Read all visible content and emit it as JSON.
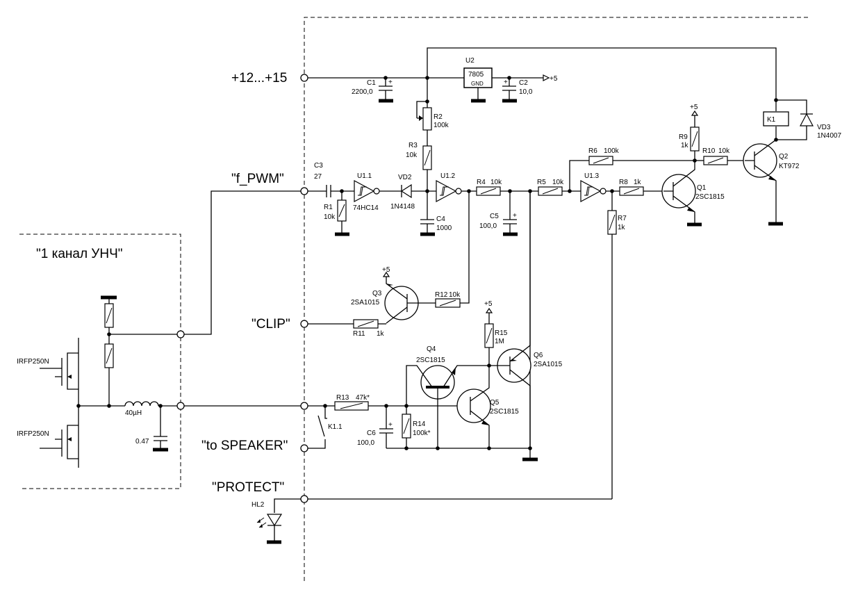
{
  "connector_labels": {
    "supply": "+12...+15",
    "f_pwm": "\"f_PWM\"",
    "clip": "\"CLIP\"",
    "speaker": "\"to SPEAKER\"",
    "protect": "\"PROTECT\"",
    "channel": "\"1 канал УНЧ\""
  },
  "components": {
    "c1": {
      "ref": "C1",
      "value": "2200,0"
    },
    "c2": {
      "ref": "C2",
      "value": "10,0"
    },
    "c3": {
      "ref": "C3",
      "value": "27"
    },
    "c4": {
      "ref": "C4",
      "value": "1000"
    },
    "c5": {
      "ref": "C5",
      "value": "100,0"
    },
    "c6": {
      "ref": "C6",
      "value": "100,0"
    },
    "u2": {
      "ref": "U2",
      "value": "7805",
      "pin": "GND"
    },
    "r1": {
      "ref": "R1",
      "value": "10k"
    },
    "r2": {
      "ref": "R2",
      "value": "100k"
    },
    "r3": {
      "ref": "R3",
      "value": "10k"
    },
    "r4": {
      "ref": "R4",
      "value": "10k"
    },
    "r5": {
      "ref": "R5",
      "value": "10k"
    },
    "r6": {
      "ref": "R6",
      "value": "100k"
    },
    "r7": {
      "ref": "R7",
      "value": "1k"
    },
    "r8": {
      "ref": "R8",
      "value": "1k"
    },
    "r9": {
      "ref": "R9",
      "value": "1k"
    },
    "r10": {
      "ref": "R10",
      "value": "10k"
    },
    "r11": {
      "ref": "R11",
      "value": "1k"
    },
    "r12": {
      "ref": "R12",
      "value": "10k"
    },
    "r13": {
      "ref": "R13",
      "value": "47k*"
    },
    "r14": {
      "ref": "R14",
      "value": "100k*"
    },
    "r15": {
      "ref": "R15",
      "value": "1M"
    },
    "u11": {
      "ref": "U1.1",
      "value": "74HC14"
    },
    "u12": {
      "ref": "U1.2"
    },
    "u13": {
      "ref": "U1.3"
    },
    "vd2": {
      "ref": "VD2",
      "value": "1N4148"
    },
    "vd3": {
      "ref": "VD3",
      "value": "1N4007"
    },
    "k1": {
      "ref": "K1"
    },
    "k11": {
      "ref": "K1.1"
    },
    "q1": {
      "ref": "Q1",
      "value": "2SC1815"
    },
    "q2": {
      "ref": "Q2",
      "value": "KT972"
    },
    "q3": {
      "ref": "Q3",
      "value": "2SA1015"
    },
    "q4": {
      "ref": "Q4",
      "value": "2SC1815"
    },
    "q5": {
      "ref": "Q5",
      "value": "2SC1815"
    },
    "q6": {
      "ref": "Q6",
      "value": "2SA1015"
    },
    "hl2": {
      "ref": "HL2"
    },
    "mosfet": {
      "value": "IRFP250N"
    },
    "inductor": {
      "value": "40µH"
    },
    "cap_out": {
      "value": "0.47"
    }
  },
  "rails": {
    "plus5": "+5"
  }
}
